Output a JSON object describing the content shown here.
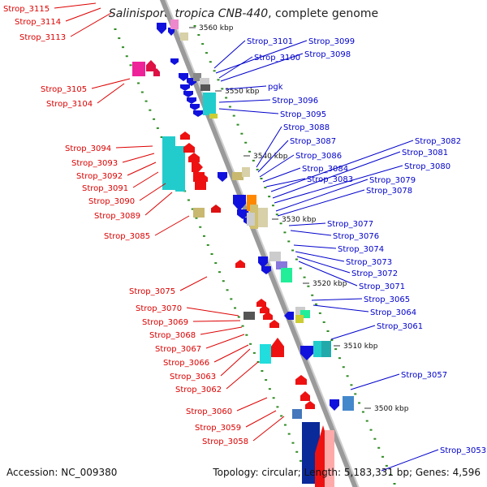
{
  "title": {
    "species": "Salinispora tropica CNB-440",
    "rest": ", complete genome"
  },
  "footer": {
    "accession": "Accession: NC_009380",
    "stats": "Topology: circular; Length: 5,183,331 bp; Genes: 4,596"
  },
  "colors": {
    "left_label": "#dd0000",
    "right_label": "#0000cc",
    "backbone": "#9a9a9a",
    "tick": "#2e8b22",
    "ruler": "#333333"
  },
  "ruler": [
    {
      "label": "3560 kbp"
    },
    {
      "label": "3550 kbp"
    },
    {
      "label": "3540 kbp"
    },
    {
      "label": "3530 kbp"
    },
    {
      "label": "3520 kbp"
    },
    {
      "label": "3510 kbp"
    },
    {
      "label": "3500 kbp"
    }
  ],
  "left_labels": [
    "Strop_3115",
    "Strop_3114",
    "Strop_3113",
    "Strop_3105",
    "Strop_3104",
    "Strop_3094",
    "Strop_3093",
    "Strop_3092",
    "Strop_3091",
    "Strop_3090",
    "Strop_3089",
    "Strop_3085",
    "Strop_3075",
    "Strop_3070",
    "Strop_3069",
    "Strop_3068",
    "Strop_3067",
    "Strop_3066",
    "Strop_3063",
    "Strop_3062",
    "Strop_3060",
    "Strop_3059",
    "Strop_3058"
  ],
  "right_labels": [
    "Strop_3101",
    "Strop_3099",
    "Strop_3100",
    "Strop_3098",
    "pgk",
    "Strop_3096",
    "Strop_3095",
    "Strop_3088",
    "Strop_3087",
    "Strop_3082",
    "Strop_3086",
    "Strop_3081",
    "Strop_3080",
    "Strop_3084",
    "Strop_3079",
    "Strop_3083",
    "Strop_3078",
    "Strop_3077",
    "Strop_3076",
    "Strop_3074",
    "Strop_3073",
    "Strop_3072",
    "Strop_3071",
    "Strop_3065",
    "Strop_3064",
    "Strop_3061",
    "Strop_3057",
    "Strop_3053"
  ]
}
